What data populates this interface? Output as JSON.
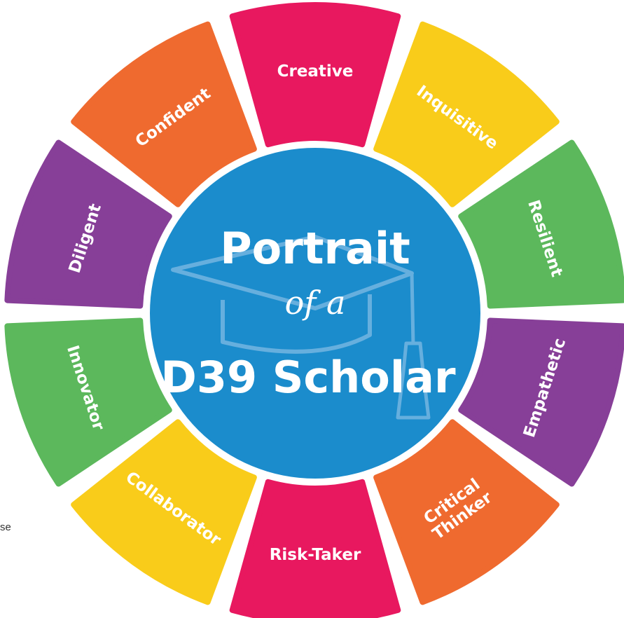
{
  "title": {
    "line1": "Portrait",
    "line2": "of a",
    "line3": "D39 Scholar"
  },
  "colors": {
    "center": "#1b8ccc",
    "cap": "#6fb3e0"
  },
  "segments": [
    {
      "label": "Creative",
      "color": "#e8185f"
    },
    {
      "label": "Inquisitive",
      "color": "#f9cc1a"
    },
    {
      "label": "Resilient",
      "color": "#5cb85c"
    },
    {
      "label": "Empathetic",
      "color": "#873f98"
    },
    {
      "label": "Critical Thinker",
      "color": "#ef6a2f"
    },
    {
      "label": "Risk-Taker",
      "color": "#e8185f"
    },
    {
      "label": "Collaborator",
      "color": "#f9cc1a"
    },
    {
      "label": "Innovator",
      "color": "#5cb85c"
    },
    {
      "label": "Diligent",
      "color": "#873f98"
    },
    {
      "label": "Confident",
      "color": "#ef6a2f"
    }
  ],
  "stray_text": "se"
}
